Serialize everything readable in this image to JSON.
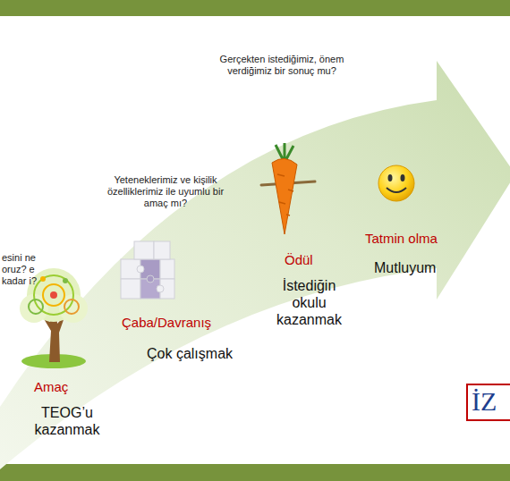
{
  "diagram": {
    "labels": [
      "esini ne oruz? e kadar i?",
      "Amaç",
      "TEOG’u kazanmak",
      "Yeteneklerimiz ve kişilik özelliklerimiz ile uyumlu bir amaç mı?",
      "Çaba/Davranış",
      "Çok çalışmak",
      "Gerçekten istediğimiz, önem verdiğimiz bir sonuç mu?",
      "Ödül",
      "İstediğin okulu kazanmak",
      "Tatmin olma",
      "Mutluyum",
      "İZ"
    ]
  }
}
